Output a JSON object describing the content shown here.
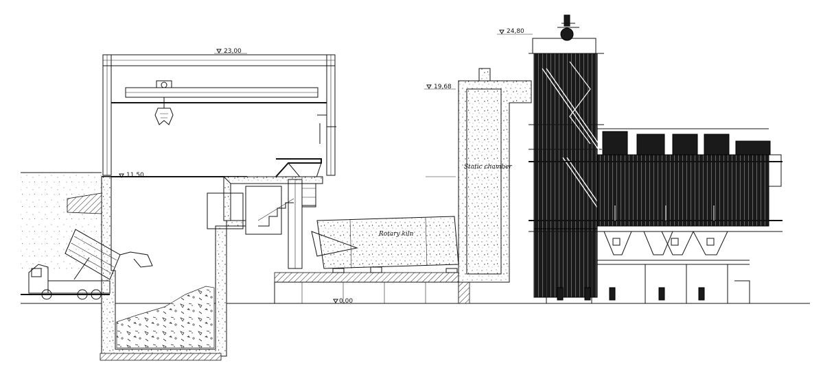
{
  "levels": {
    "crane_top": "23,00",
    "pit_floor_level": "11,50",
    "chamber_top": "19,68",
    "boiler_top": "24,80",
    "ground": "0,00"
  },
  "labels": {
    "static_chamber": "Static chamber",
    "rotary_kiln": "Rotary kiln"
  },
  "icons": {
    "level_marker": "triangle-down-icon",
    "truck": "dump-truck-icon",
    "crane": "grab-crane-icon"
  },
  "colors": {
    "line": "#111111",
    "background": "#ffffff",
    "boiler_fill": "#1a1a1a"
  }
}
